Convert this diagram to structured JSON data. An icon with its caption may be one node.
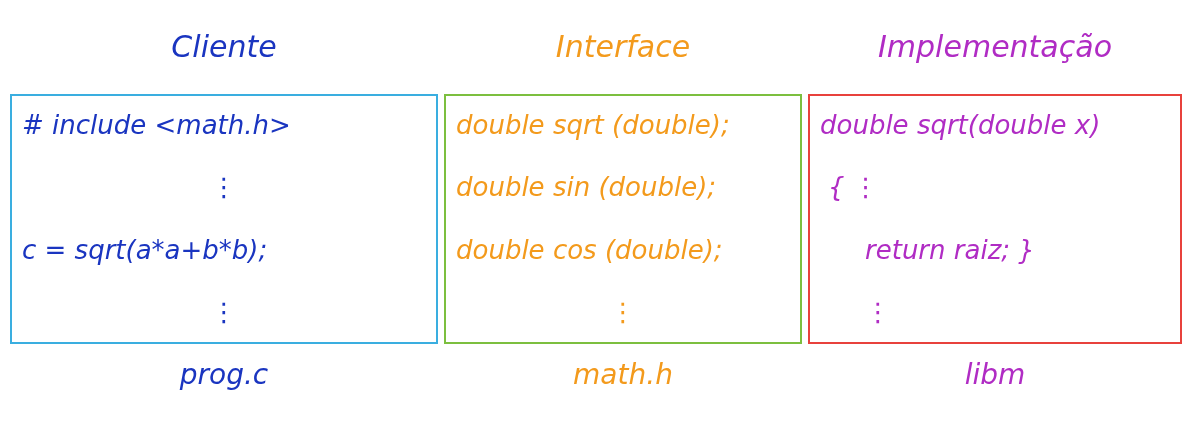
{
  "diagram": {
    "nodes": [
      {
        "text": [
          "Cliente",
          "# include <math.h>",
          "⋮",
          "c = sqrt(a*a+b*b);",
          "⋮"
        ],
        "beside": [
          "prog.c"
        ]
      },
      {
        "text": [
          "Interface",
          "double sqrt (double);",
          "double sin (double);",
          "double cos (double);",
          "⋮"
        ],
        "beside": [
          "math.h"
        ]
      },
      {
        "text": [
          "Implementação",
          "double sqrt(double x)",
          "{  ⋮",
          "return raiz; }",
          "⋮"
        ],
        "beside": [
          "libm"
        ]
      }
    ]
  }
}
